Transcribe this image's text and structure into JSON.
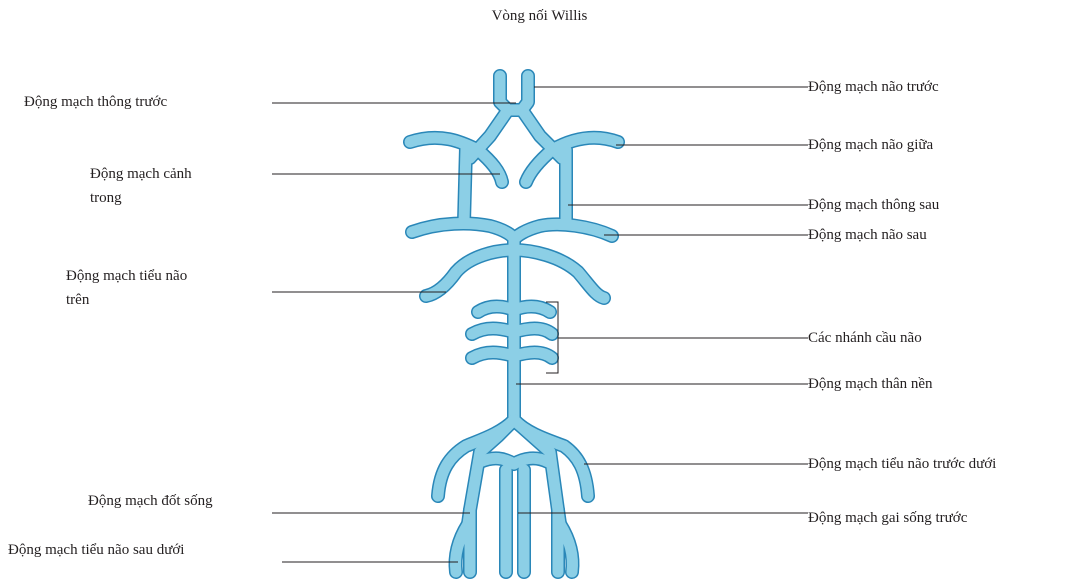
{
  "title": "Vòng nối Willis",
  "colors": {
    "vessel_fill": "#8ccfe6",
    "vessel_outline": "#2a87b8",
    "leader": "#231f20"
  },
  "labels_left": {
    "dm_thong_truoc": "Động mạch thông trước",
    "dm_canh_trong_1": "Động mạch cảnh",
    "dm_canh_trong_2": "trong",
    "dm_tieu_nao_tren_1": "Động mạch tiểu não",
    "dm_tieu_nao_tren_2": "trên",
    "dm_dot_song": "Động mạch đốt sống",
    "dm_tieu_nao_sau_duoi": "Động mạch tiểu não sau dưới"
  },
  "labels_right": {
    "dm_nao_truoc": "Động mạch não trước",
    "dm_nao_giua": "Động mạch não giữa",
    "dm_thong_sau": "Động mạch thông sau",
    "dm_nao_sau": "Động mạch não sau",
    "nhanh_cau_nao": "Các nhánh cầu não",
    "dm_than_nen": "Động mạch thân nền",
    "dm_tieu_nao_truoc_duoi": "Động mạch tiểu não trước dưới",
    "dm_gai_song_truoc": "Động mạch gai sống trước"
  }
}
